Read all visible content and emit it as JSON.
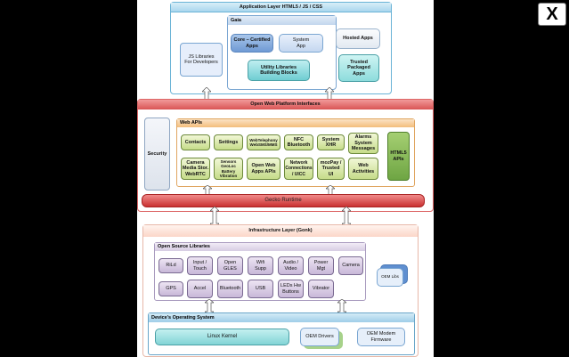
{
  "close_button": {
    "label": "X"
  },
  "app_layer": {
    "title": "Application Layer HTML5 / JS / CSS",
    "js_libraries": "JS Libraries\nFor Developers",
    "gaia": {
      "title": "Gaia",
      "core_apps": "Core – Certified\nApps",
      "system_app": "System\nApp",
      "utility_libraries": "Utility Libraries\nBuilding Blocks"
    },
    "hosted_apps": "Hosted Apps",
    "trusted_apps": "Trusted\nPackaged\nApps"
  },
  "owp": {
    "title": "Open Web Platform Interfaces",
    "security": "Security",
    "web_apis_title": "Web APIs",
    "apis_row1": [
      "Contacts",
      "Settings",
      "WebTelephony\nWebSMS/MMS",
      "NFC\nBluetooth",
      "System\nXHR",
      "Alarms\nSystem\nMessages"
    ],
    "apis_row2": [
      "Camera\nMedia Stor.\nWebRTC",
      "Sensors\nGeoLoc\nBattery\nVibration",
      "Open Web\nApps APIs",
      "Network\nConnections\n/ UICC",
      "mozPay /\nTrusted\nUI",
      "Web\nActivities"
    ],
    "html5_apis": "HTML5\nAPIs",
    "gecko_runtime": "Gecko Runtime"
  },
  "infra": {
    "title": "Infrastructure Layer (Gonk)",
    "oss_title": "Open Source Libraries",
    "libs_row1": [
      "RiLd",
      "Input /\nTouch",
      "Open\nGLES",
      "Wifi\nSupp",
      "Audio /\nVideo",
      "Power\nMgt",
      "Camera"
    ],
    "libs_row2": [
      "GPS",
      "Accel",
      "Bluetooth",
      "USB",
      "LEDs Hw\nButtons",
      "Vibrator"
    ],
    "oem_libs": "OEM Libs",
    "os_title": "Device's Operating System",
    "linux_kernel": "Linux Kernel",
    "oem_drivers": "OEM Drivers",
    "oem_modem": "OEM Modem\nFirmware"
  }
}
